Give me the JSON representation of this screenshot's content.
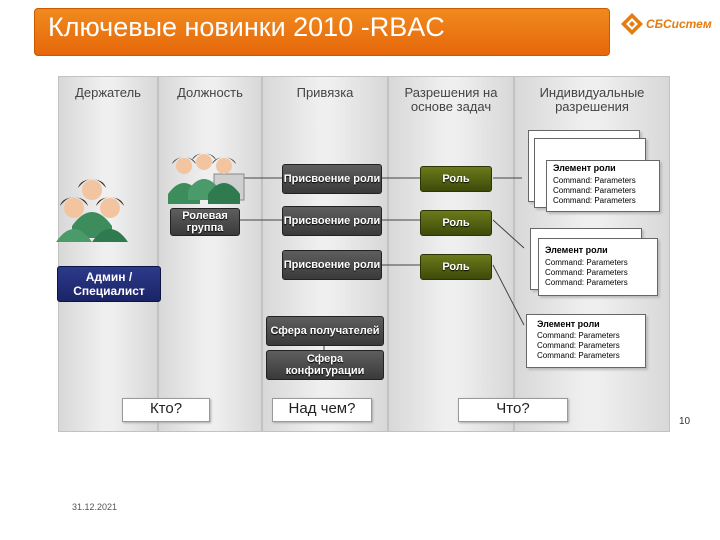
{
  "title": "Ключевые новинки 2010 -RBAC",
  "logo": {
    "text": "СБСистем",
    "color": "#e57c10"
  },
  "columns": [
    {
      "label": "Держатель"
    },
    {
      "label": "Должность"
    },
    {
      "label": "Привязка"
    },
    {
      "label": "Разрешения на основе задач"
    },
    {
      "label": "Индивидуальные разрешения"
    }
  ],
  "holder": {
    "admin_label": "Админ / Специалист",
    "role_group_label": "Ролевая группа"
  },
  "binding": {
    "assignments": [
      "Присвоение роли",
      "Присвоение роли",
      "Присвоение роли"
    ],
    "scope_recipients": "Сфера получателей",
    "scope_config": "Сфера конфигурации"
  },
  "roles": [
    "Роль",
    "Роль",
    "Роль"
  ],
  "role_entry": {
    "title": "Элемент роли",
    "line": "Command: Parameters"
  },
  "questions": {
    "who": "Кто?",
    "what_on": "Над чем?",
    "what": "Что?"
  },
  "page_number": "10",
  "footer_date": "31.12.2021",
  "colors": {
    "accent": "#ea7414",
    "admin_label": "#1a2466",
    "role_button": "#4a560f"
  }
}
